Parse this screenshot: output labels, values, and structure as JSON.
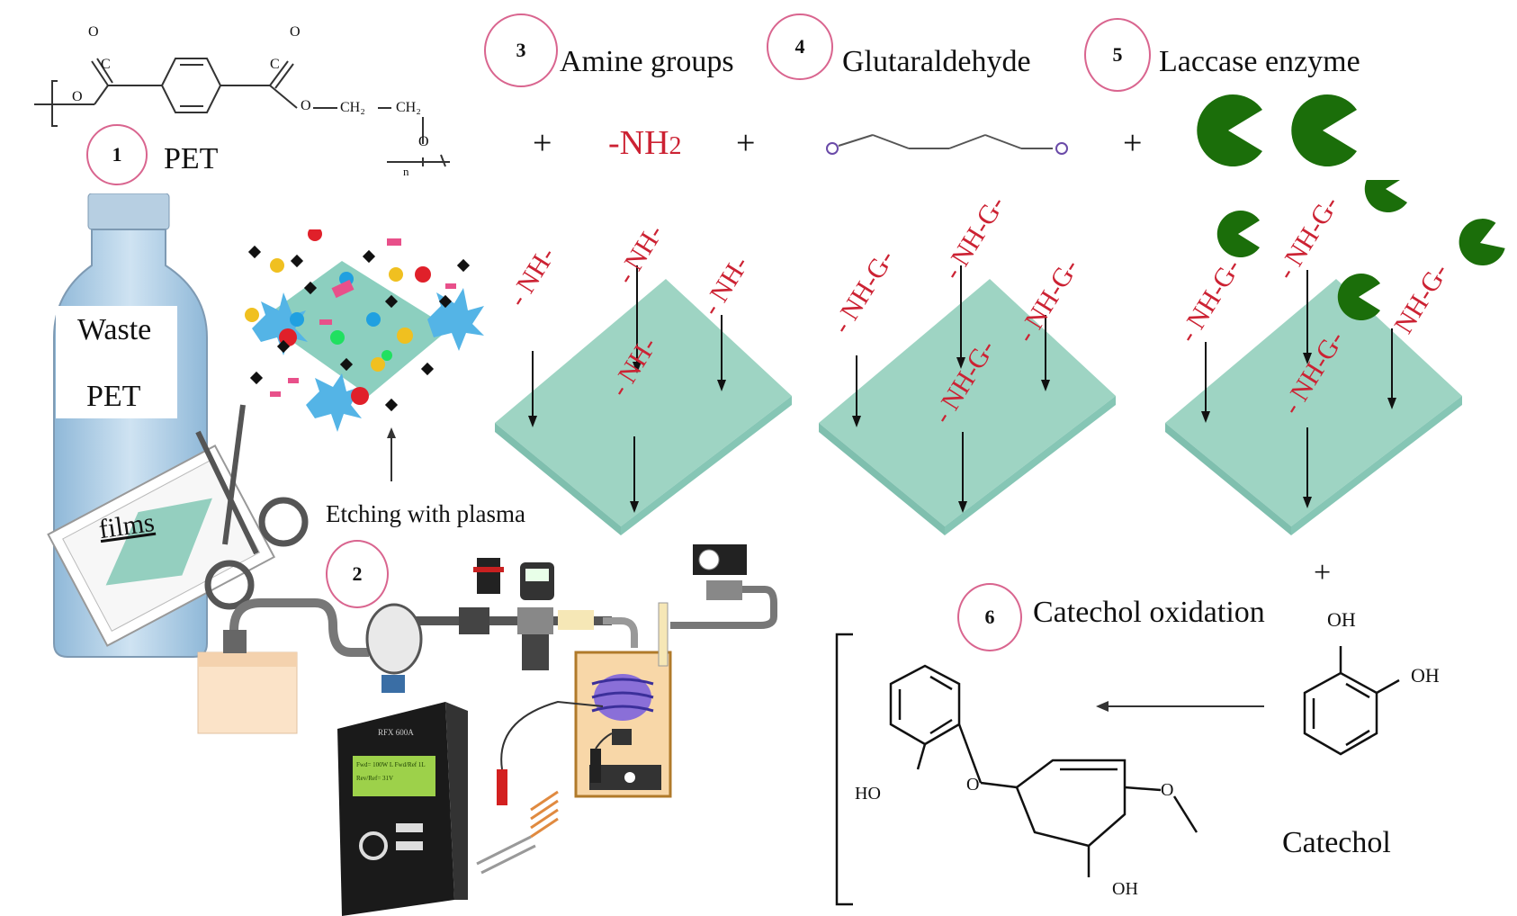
{
  "steps": {
    "s1": {
      "num": "1",
      "label": "PET"
    },
    "s2": {
      "num": "2",
      "label": "Etching with plasma"
    },
    "s3": {
      "num": "3",
      "label": "Amine groups"
    },
    "s4": {
      "num": "4",
      "label": "Glutaraldehyde"
    },
    "s5": {
      "num": "5",
      "label": "Laccase enzyme"
    },
    "s6": {
      "num": "6",
      "label": "Catechol oxidation"
    }
  },
  "bottle": {
    "line1": "Waste",
    "line2": "PET",
    "films": "films"
  },
  "reagents": {
    "plus": "+",
    "amine": "-NH",
    "amine_sub": "2"
  },
  "surface_labels": {
    "nh": "- NH-",
    "nhg": "- NH-G-",
    "nhg_right": "NH-G-",
    "nhg_trunc": "NH-G-"
  },
  "pet_structure": {
    "o": "O",
    "c": "C",
    "ch2a": "CH₂",
    "ch2b": "CH₂",
    "n": "n"
  },
  "catechol": {
    "label": "Catechol",
    "oh": "OH"
  },
  "product": {
    "ho": "HO",
    "oh": "OH",
    "o": "O"
  },
  "device": {
    "model": "RFX 600A",
    "line1": "Fwd= 100W  L Fwd/Ref  1L",
    "line2": "Rev/Ref= 31V"
  },
  "colors": {
    "slab": "#9ed4c3",
    "slab_edge": "#7fbfae",
    "amine_red": "#cc2233",
    "g_purple": "#6a4aa8",
    "enzyme": "#1b6e0a",
    "step_ring": "#d9658f"
  }
}
